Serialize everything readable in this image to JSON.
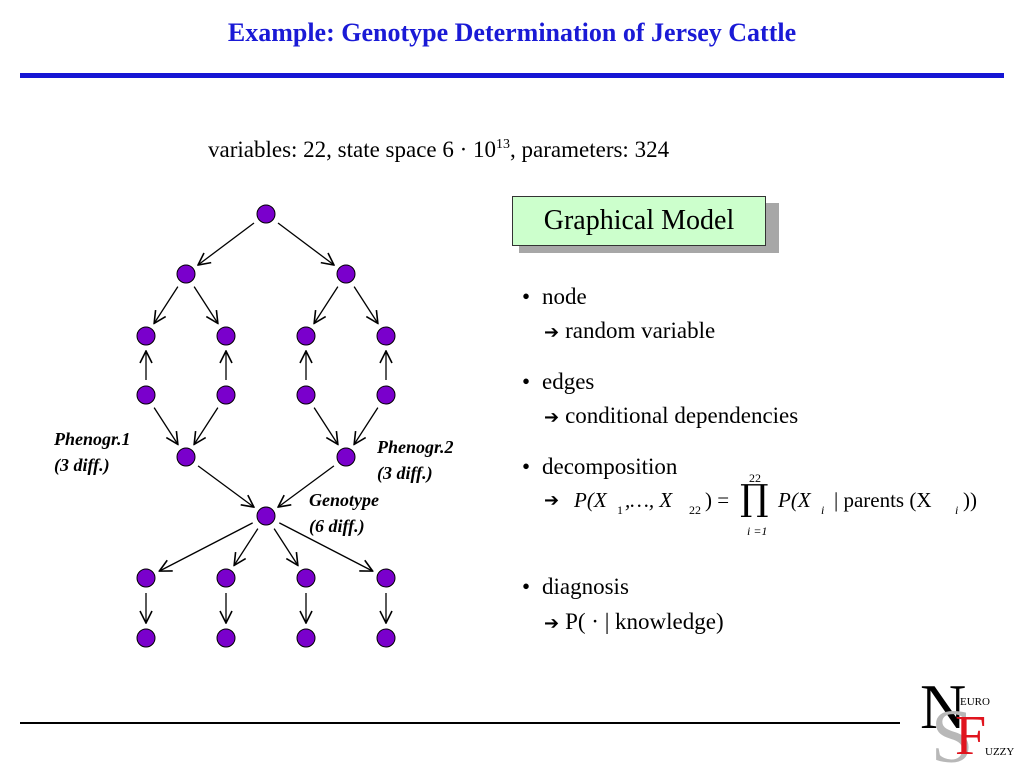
{
  "slide": {
    "title": "Example: Genotype Determination of Jersey Cattle",
    "subtitle_prefix": "variables: 22, state space 6 · 10",
    "subtitle_exponent": "13",
    "subtitle_suffix": ", parameters: 324"
  },
  "box": {
    "label": "Graphical Model"
  },
  "bullets": [
    {
      "label": "node",
      "detail": "random variable"
    },
    {
      "label": "edges",
      "detail": "conditional dependencies"
    },
    {
      "label": "decomposition"
    },
    {
      "label": "diagnosis",
      "detail": "P( · | knowledge)"
    }
  ],
  "formula": {
    "lhs": "P(X",
    "lhs_sub1": "1",
    "lhs_mid": ",…, X",
    "lhs_sub2": "22",
    "lhs_end": ") =",
    "prod_top": "22",
    "prod_bottom": "i =1",
    "rhs_a": "P(X",
    "rhs_sub": "i",
    "rhs_b": "| parents (X",
    "rhs_sub2": "i",
    "rhs_c": "))"
  },
  "graph_labels": {
    "pheno1": [
      "Phenogr.1",
      "(3 diff.)"
    ],
    "pheno2": [
      "Phenogr.2",
      "(3 diff.)"
    ],
    "genotype": [
      "Genotype",
      "(6 diff.)"
    ]
  },
  "logo": {
    "n": "N",
    "euro": "EURO",
    "s": "S",
    "f": "F",
    "uzzy": "UZZY"
  },
  "colors": {
    "title": "#1a1ad6",
    "node_fill": "#7a00cc",
    "box_fill": "#ccffcc"
  }
}
